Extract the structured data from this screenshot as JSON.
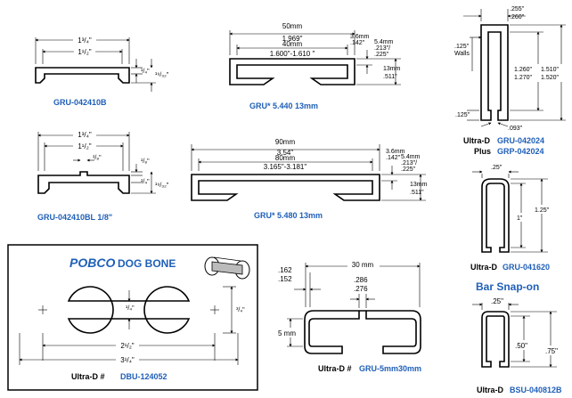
{
  "colors": {
    "accent": "#1f5fb8",
    "line": "#000000"
  },
  "gru042410b": {
    "part": "GRU-042410B",
    "w_outer": "1³/₄\"",
    "w_inner": "1¹/₂\"",
    "h_small": "¹/₄\"",
    "h_total": "¹⁹/₃₂\""
  },
  "gru5440": {
    "part": "GRU* 5.440 13mm",
    "w1": "50mm",
    "w1b": "1.969\"",
    "w2": "40mm",
    "w2b": "1.600\"-1.610 \"",
    "d1": "3.6mm",
    "d1b": ".142\"",
    "d2": "5.4mm",
    "d2b": ".213\"/",
    "d2c": ".225\"",
    "d3": "13mm",
    "d3b": ".511\""
  },
  "ultrad042024": {
    "top1": ".255\"",
    "top2": ".260\"",
    "walls": ".125\"",
    "walls_label": "Walls",
    "h1": "1.260\"",
    "h1b": "1.270\"",
    "h2": "1.510\"",
    "h2b": "1.520\"",
    "bot_wall": ".125\"",
    "slot": ".093\"",
    "line1_prefix": "Ultra-D",
    "line1_part": "GRU-042024",
    "line2_prefix": "Plus",
    "line2_part": "GRP-042024"
  },
  "gru042410bl": {
    "part": "GRU-042410BL 1/8\"",
    "w_outer": "1³/₄\"",
    "w_inner": "1¹/₂\"",
    "notch": "¹/₈\"",
    "h_a": "¹/₈\"",
    "h_b": "¹/₄\"",
    "h_total": "¹⁹/₃₂\""
  },
  "gru5480": {
    "part": "GRU* 5.480 13mm",
    "w1": "90mm",
    "w1b": "3.54\"",
    "w2": "80mm",
    "w2b": "3.165\"-3.181\"",
    "d1": "3.6mm",
    "d1b": ".142\"",
    "d2": "5.4mm",
    "d2b": ".213\"/",
    "d2c": ".225\"",
    "d3": "13mm",
    "d3b": ".511\""
  },
  "ultrad041620": {
    "top": ".25\"",
    "h1": "1\"",
    "h2": "1.25\"",
    "prefix": "Ultra-D",
    "part": "GRU-041620"
  },
  "dogbone": {
    "title_brand": "POBCO",
    "title_rest": "DOG BONE",
    "neck": "¹/₄\"",
    "height": "³/₄\"",
    "inner": "2¹/₂\"",
    "outer": "3¹/₄\"",
    "prefix": "Ultra-D #",
    "part": "DBU-124052"
  },
  "gru5mm30mm": {
    "width": "30 mm",
    "left1": ".162",
    "left2": ".152",
    "mid1": ".286",
    "mid2": ".276",
    "height": "5 mm",
    "prefix": "Ultra-D #",
    "part": "GRU-5mm30mm"
  },
  "barsnapon": {
    "title": "Bar Snap-on",
    "top": ".25\"",
    "h1": ".50\"",
    "h2": ".75\"",
    "prefix": "Ultra-D",
    "part": "BSU-040812B"
  }
}
